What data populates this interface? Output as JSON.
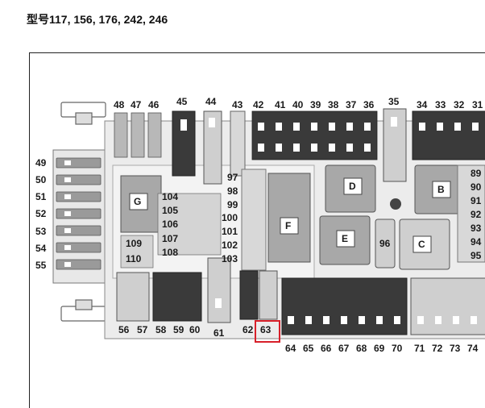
{
  "title": "型号117, 156, 176, 242, 246",
  "colors": {
    "highlight": "#d8202a",
    "relay": "#a8a8a8",
    "fuse_dark": "#3a3a3a"
  },
  "relays": {
    "G": "G",
    "F": "F",
    "D": "D",
    "E": "E",
    "C": "C",
    "B": "B"
  },
  "labels": {
    "l48": "48",
    "l47": "47",
    "l46": "46",
    "l45": "45",
    "l44": "44",
    "l43": "43",
    "l42": "42",
    "l41": "41",
    "l40": "40",
    "l39": "39",
    "l38": "38",
    "l37": "37",
    "l36": "36",
    "l35": "35",
    "l34": "34",
    "l33": "33",
    "l32": "32",
    "l31": "31",
    "l49": "49",
    "l50": "50",
    "l51": "51",
    "l52": "52",
    "l53": "53",
    "l54": "54",
    "l55": "55",
    "l104": "104",
    "l105": "105",
    "l106": "106",
    "l107": "107",
    "l108": "108",
    "l109": "109",
    "l110": "110",
    "l97": "97",
    "l98": "98",
    "l99": "99",
    "l100": "100",
    "l101": "101",
    "l102": "102",
    "l103": "103",
    "l96": "96",
    "l89": "89",
    "l90": "90",
    "l91": "91",
    "l92": "92",
    "l93": "93",
    "l94": "94",
    "l95": "95",
    "l56": "56",
    "l57": "57",
    "l58": "58",
    "l59": "59",
    "l60": "60",
    "l61": "61",
    "l62": "62",
    "l63": "63",
    "l64": "64",
    "l65": "65",
    "l66": "66",
    "l67": "67",
    "l68": "68",
    "l69": "69",
    "l70": "70",
    "l71": "71",
    "l72": "72",
    "l73": "73",
    "l74": "74"
  }
}
